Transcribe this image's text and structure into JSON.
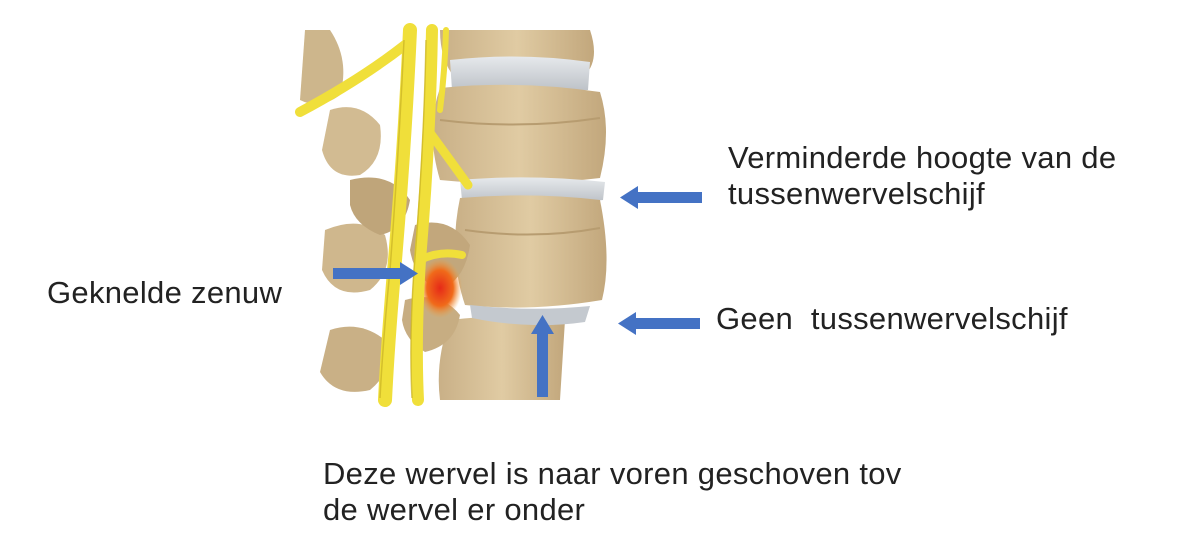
{
  "labels": {
    "disc_height": [
      "Verminderde hoogte van de",
      "tussenwervelschijf"
    ],
    "no_disc": "Geen  tussenwervelschijf",
    "pinched_nerve": "Geknelde zenuw",
    "vertebra_shift": [
      "Deze wervel is naar voren geschoven tov",
      "de wervel er onder"
    ]
  },
  "colors": {
    "bone": "#d8c29a",
    "bone_shadow": "#b79c70",
    "disc": "#c9cdd2",
    "nerve": "#f0df3a",
    "arrow": "#4472c4",
    "inflammation": "#e8381e"
  }
}
